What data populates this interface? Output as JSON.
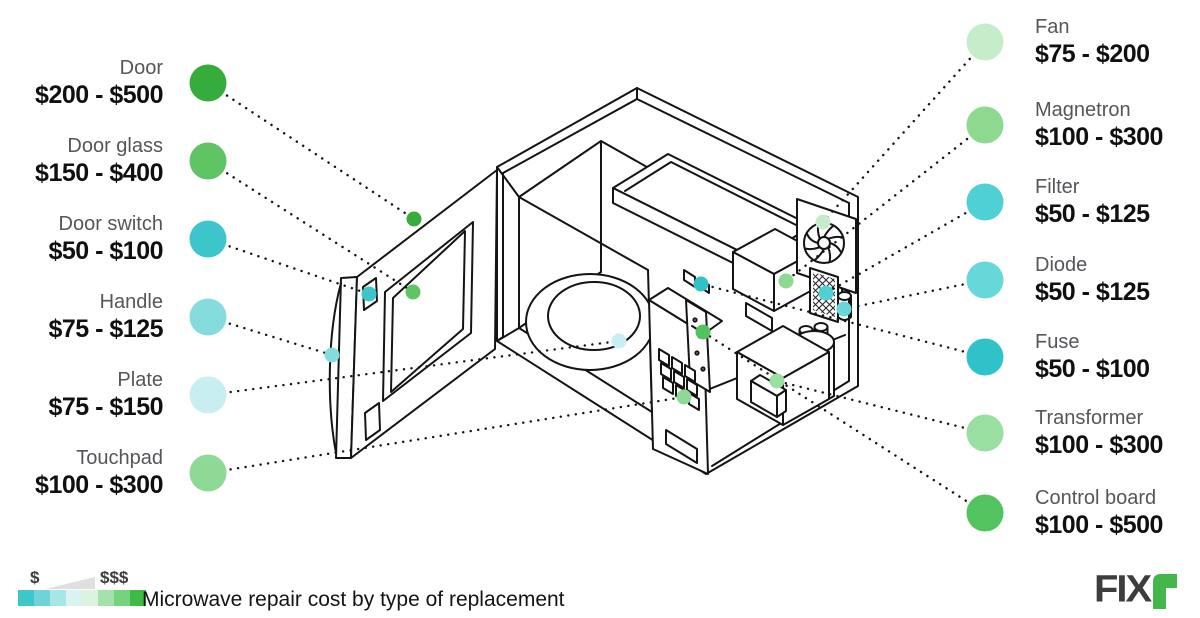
{
  "diagram": {
    "caption": "Microwave repair cost by type of replacement",
    "legend": {
      "min_label": "$",
      "max_label": "$$$",
      "scale_colors": [
        "#3ec7cb",
        "#70d4d6",
        "#a6e6e7",
        "#d8f3f2",
        "#dcf4de",
        "#a4e2ab",
        "#74d37c",
        "#3eba46"
      ]
    },
    "brand": {
      "prefix": "FIX",
      "suffix_glyph": "r",
      "prefix_color": "#3d3d3f",
      "suffix_color": "#45b649"
    },
    "left_items": [
      {
        "name": "Door",
        "price": "$200 - $500",
        "color": "#35ac3b"
      },
      {
        "name": "Door glass",
        "price": "$150 - $400",
        "color": "#5fc463"
      },
      {
        "name": "Door switch",
        "price": "$50 - $100",
        "color": "#3cc6cc"
      },
      {
        "name": "Handle",
        "price": "$75 - $125",
        "color": "#85dcdd"
      },
      {
        "name": "Plate",
        "price": "$75 - $150",
        "color": "#c9eef1"
      },
      {
        "name": "Touchpad",
        "price": "$100 - $300",
        "color": "#8ed996"
      }
    ],
    "right_items": [
      {
        "name": "Fan",
        "price": "$75 - $200",
        "color": "#c6edc9"
      },
      {
        "name": "Magnetron",
        "price": "$100 - $300",
        "color": "#8dd98f"
      },
      {
        "name": "Filter",
        "price": "$50 - $125",
        "color": "#4fd0d4"
      },
      {
        "name": "Diode",
        "price": "$50 - $125",
        "color": "#68d7da"
      },
      {
        "name": "Fuse",
        "price": "$50 - $100",
        "color": "#2fc3c9"
      },
      {
        "name": "Transformer",
        "price": "$100 - $300",
        "color": "#99dfa1"
      },
      {
        "name": "Control board",
        "price": "$100 - $500",
        "color": "#52c35e"
      }
    ]
  }
}
